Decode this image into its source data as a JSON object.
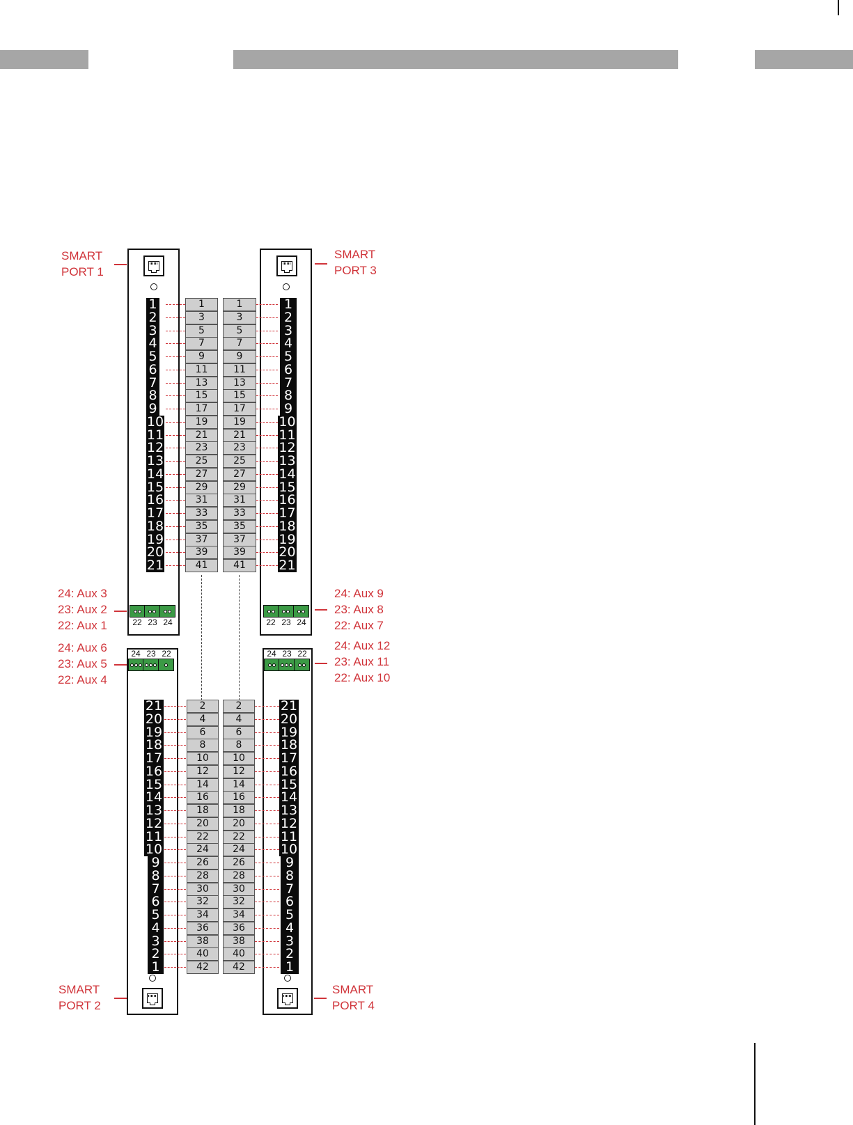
{
  "header": {
    "bar_color": "#a6a6a6"
  },
  "colors": {
    "label_red": "#d0343a",
    "terminal_green": "#3b9a45",
    "cell_gray": "#cfcfcf"
  },
  "modules": {
    "top_left": {
      "port_label": [
        "SMART",
        "PORT 1"
      ],
      "aux": [
        "24: Aux 3",
        "23: Aux 2",
        "22: Aux 1"
      ]
    },
    "top_right": {
      "port_label": [
        "SMART",
        "PORT 3"
      ],
      "aux": [
        "24: Aux 9",
        "23: Aux 8",
        "22: Aux 7"
      ]
    },
    "bottom_left": {
      "port_label": [
        "SMART",
        "PORT 2"
      ],
      "aux": [
        "24: Aux 6",
        "23: Aux 5",
        "22: Aux 4"
      ]
    },
    "bottom_right": {
      "port_label": [
        "SMART",
        "PORT 4"
      ],
      "aux": [
        "24: Aux 12",
        "23: Aux 11",
        "22: Aux 10"
      ]
    }
  },
  "terminal_numbers": {
    "top": [
      "22",
      "23",
      "24"
    ],
    "bottom": [
      "24",
      "23",
      "22"
    ]
  },
  "channels": {
    "top": [
      "1",
      "2",
      "3",
      "4",
      "5",
      "6",
      "7",
      "8",
      "9",
      "10",
      "11",
      "12",
      "13",
      "14",
      "15",
      "16",
      "17",
      "18",
      "19",
      "20",
      "21"
    ],
    "bottom": [
      "21",
      "20",
      "19",
      "18",
      "17",
      "16",
      "15",
      "14",
      "13",
      "12",
      "11",
      "10",
      "9",
      "8",
      "7",
      "6",
      "5",
      "4",
      "3",
      "2",
      "1"
    ]
  },
  "wires": {
    "odd": [
      "1",
      "3",
      "5",
      "7",
      "9",
      "11",
      "13",
      "15",
      "17",
      "19",
      "21",
      "23",
      "25",
      "27",
      "29",
      "31",
      "33",
      "35",
      "37",
      "39",
      "41"
    ],
    "even": [
      "2",
      "4",
      "6",
      "8",
      "10",
      "12",
      "14",
      "16",
      "18",
      "20",
      "22",
      "24",
      "26",
      "28",
      "30",
      "32",
      "34",
      "36",
      "38",
      "40",
      "42"
    ]
  }
}
